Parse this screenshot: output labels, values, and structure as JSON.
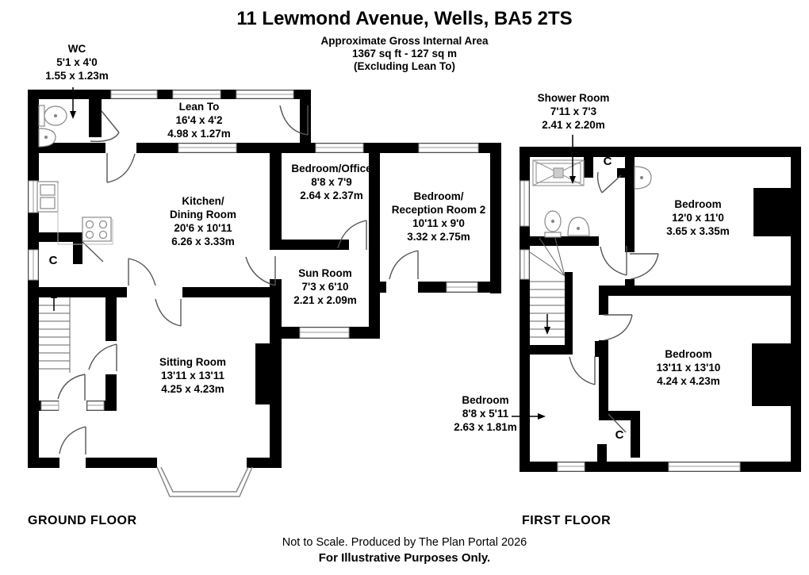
{
  "header": {
    "title": "11 Lewmond Avenue, Wells, BA5 2TS",
    "subtitle1": "Approximate Gross Internal Area",
    "subtitle2": "1367 sq ft - 127 sq m",
    "subtitle3": "(Excluding Lean To)"
  },
  "ground_floor": {
    "label": "GROUND FLOOR",
    "wc": {
      "name": "WC",
      "imperial": "5'1 x 4'0",
      "metric": "1.55 x 1.23m"
    },
    "lean_to": {
      "name": "Lean To",
      "imperial": "16'4 x 4'2",
      "metric": "4.98 x 1.27m"
    },
    "kitchen": {
      "name1": "Kitchen/",
      "name2": "Dining Room",
      "imperial": "20'6 x 10'11",
      "metric": "6.26 x 3.33m"
    },
    "bedroom_office": {
      "name": "Bedroom/Office",
      "imperial": "8'8 x 7'9",
      "metric": "2.64 x 2.37m"
    },
    "bedroom_reception": {
      "name1": "Bedroom/",
      "name2": "Reception Room 2",
      "imperial": "10'11 x 9'0",
      "metric": "3.32 x 2.75m"
    },
    "sun_room": {
      "name": "Sun Room",
      "imperial": "7'3 x 6'10",
      "metric": "2.21 x 2.09m"
    },
    "sitting_room": {
      "name": "Sitting Room",
      "imperial": "13'11 x 13'11",
      "metric": "4.25 x 4.23m"
    },
    "cupboard": "C"
  },
  "first_floor": {
    "label": "FIRST FLOOR",
    "shower_room": {
      "name": "Shower Room",
      "imperial": "7'11 x 7'3",
      "metric": "2.41 x 2.20m"
    },
    "bedroom_1": {
      "name": "Bedroom",
      "imperial": "12'0 x 11'0",
      "metric": "3.65 x 3.35m"
    },
    "bedroom_2": {
      "name": "Bedroom",
      "imperial": "13'11 x 13'10",
      "metric": "4.24 x 4.23m"
    },
    "bedroom_3": {
      "name": "Bedroom",
      "imperial": "8'8 x 5'11",
      "metric": "2.63 x 1.81m"
    },
    "cupboard_top": "C",
    "cupboard_bottom": "C"
  },
  "footer": {
    "line1": "Not to Scale. Produced by The Plan Portal 2026",
    "line2": "For Illustrative Purposes Only."
  }
}
